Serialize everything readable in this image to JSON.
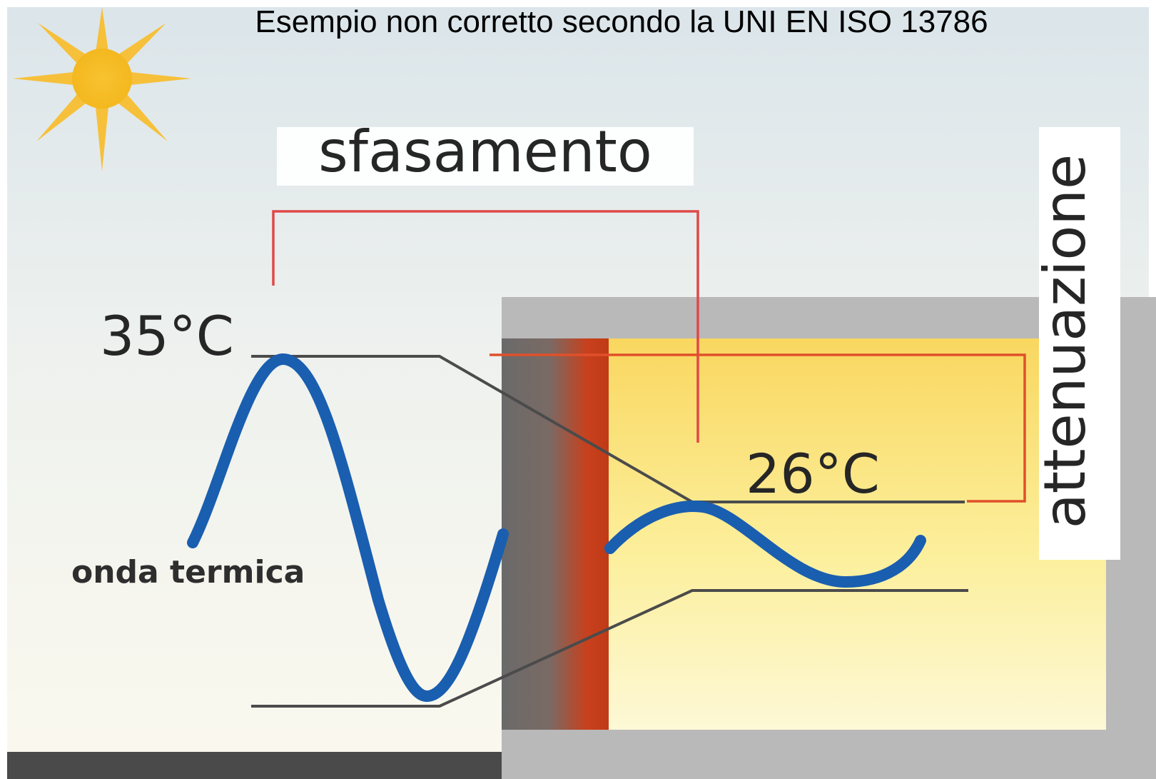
{
  "title": "Esempio non corretto secondo la UNI EN ISO 13786",
  "labels": {
    "phase_shift": "sfasamento",
    "attenuation": "attenuazione",
    "outside_peak": "35°C",
    "inside_peak": "26°C",
    "wave": "onda termica"
  },
  "colors": {
    "wave": "#1a5eb0",
    "bracket": "#e04848",
    "wall_dark": "#6e6e6e",
    "wall_insulation": "#c8401c",
    "room_fill": "#fbe58a",
    "frame": "#b9b9b9"
  },
  "icons": [
    "sun-icon"
  ]
}
